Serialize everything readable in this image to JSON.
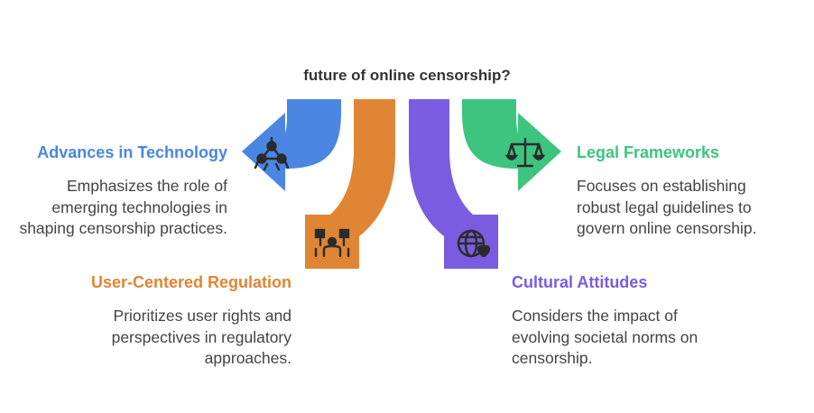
{
  "title": "future of online censorship?",
  "branches": [
    {
      "id": "technology",
      "heading": "Advances in Technology",
      "description": "Emphasizes the role of emerging technologies in shaping censorship practices.",
      "color": "#4A86E2",
      "icon": "atom-molecule-icon"
    },
    {
      "id": "user",
      "heading": "User-Centered Regulation",
      "description": "Prioritizes user rights and perspectives in regulatory approaches.",
      "color": "#E08533",
      "icon": "protest-people-icon"
    },
    {
      "id": "cultural",
      "heading": "Cultural Attitudes",
      "description": "Considers the impact of evolving societal norms on censorship.",
      "color": "#7A5CE0",
      "icon": "globe-heart-icon"
    },
    {
      "id": "legal",
      "heading": "Legal Frameworks",
      "description": "Focuses on establishing robust legal guidelines to govern online censorship.",
      "color": "#3DC47E",
      "icon": "scales-of-justice-icon"
    }
  ]
}
